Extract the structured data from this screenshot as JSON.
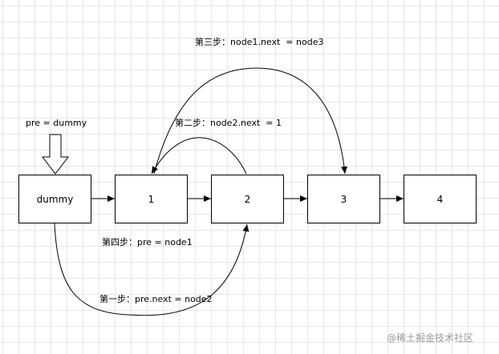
{
  "nodes": [
    {
      "id": "dummy",
      "label": "dummy"
    },
    {
      "id": "node1",
      "label": "1"
    },
    {
      "id": "node2",
      "label": "2"
    },
    {
      "id": "node3",
      "label": "3"
    },
    {
      "id": "node4",
      "label": "4"
    }
  ],
  "pointer_label": "pre = dummy",
  "steps": {
    "step1": "第一步：pre.next = node2",
    "step2": "第二步：node2.next  = 1",
    "step3": "第三步：node1.next  = node3",
    "step4": "第四步：pre = node1"
  },
  "watermark": "@稀土掘金技术社区"
}
